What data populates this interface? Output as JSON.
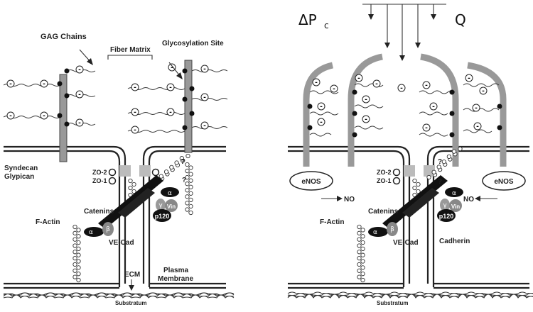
{
  "left_panel": {
    "gag_chains": "GAG Chains",
    "fiber_matrix": "Fiber Matrix",
    "glycosylation_site": "Glycosylation Site",
    "syndecan": "Syndecan",
    "glypican": "Glypican",
    "zo2": "ZO-2",
    "zo1": "ZO-1",
    "catenins": "Catenins",
    "f_actin": "F-Actin",
    "ve_cad": "VE-Cad",
    "p120": "p120",
    "vin": "Vin",
    "alpha": "α",
    "beta": "β",
    "gamma": "γ",
    "question": "?",
    "ecm": "ECM",
    "plasma_membrane_1": "Plasma",
    "plasma_membrane_2": "Membrane",
    "substratum": "Substratum"
  },
  "right_panel": {
    "delta_p": "ΔP",
    "delta_p_sub": "c",
    "q": "Q",
    "enos_left": "eNOS",
    "enos_right": "eNOS",
    "no_left": "NO",
    "no_right": "NO",
    "zo2": "ZO-2",
    "zo1": "ZO-1",
    "catenins": "Catenins",
    "f_actin": "F-Actin",
    "ve_cad": "VE-Cad",
    "cadherin": "Cadherin",
    "p120": "p120",
    "vin": "Vin",
    "alpha": "α",
    "beta": "β",
    "gamma": "γ",
    "question": "?",
    "substratum": "Substratum"
  },
  "charge_symbol": "-"
}
